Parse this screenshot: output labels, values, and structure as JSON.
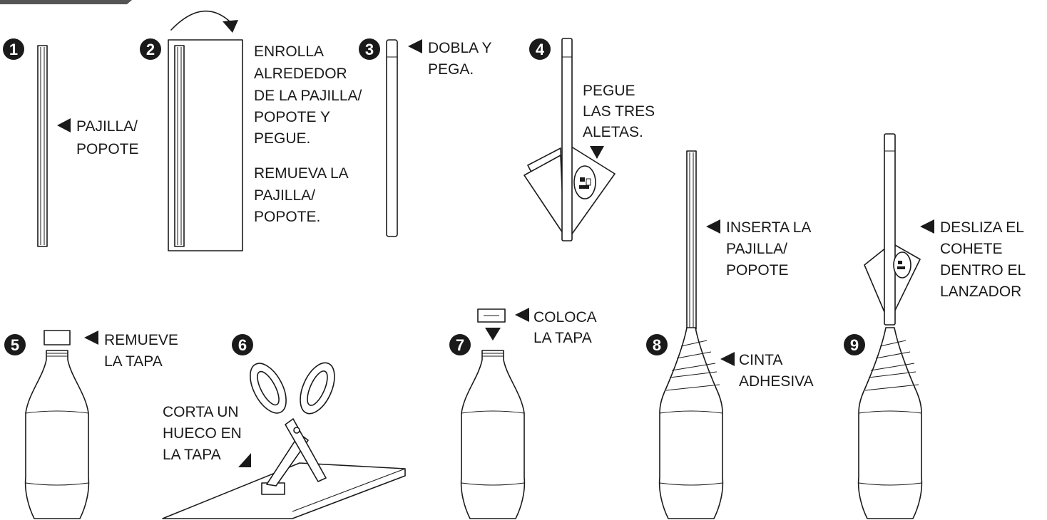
{
  "colors": {
    "ink": "#1a1a1a",
    "paper": "#ffffff",
    "header_bar": "#555555"
  },
  "steps": [
    {
      "number": "1",
      "labels": [
        "PAJILLA/",
        "POPOTE"
      ]
    },
    {
      "number": "2",
      "labels": [
        "ENROLLA",
        "ALREDEDOR",
        "DE LA PAJILLA/",
        "POPOTE Y",
        "PEGUE.",
        "REMUEVA LA",
        "PAJILLA/",
        "POPOTE."
      ]
    },
    {
      "number": "3",
      "labels": [
        "DOBLA Y",
        "PEGA."
      ]
    },
    {
      "number": "4",
      "labels": [
        "PEGUE",
        "LAS TRES",
        "ALETAS."
      ]
    },
    {
      "number": "5",
      "labels": [
        "REMUEVE",
        "LA TAPA"
      ]
    },
    {
      "number": "6",
      "labels": [
        "CORTA UN",
        "HUECO EN",
        "LA TAPA"
      ]
    },
    {
      "number": "7",
      "labels": [
        "COLOCA",
        "LA TAPA"
      ]
    },
    {
      "number": "8",
      "labels": [
        "INSERTA LA",
        "PAJILLA/",
        "POPOTE",
        "CINTA",
        "ADHESIVA"
      ]
    },
    {
      "number": "9",
      "labels": [
        "DESLIZA EL",
        "COHETE",
        "DENTRO EL",
        "LANZADOR"
      ]
    }
  ],
  "icons": [
    "pointer-arrow-icon",
    "curved-arrow-icon",
    "down-arrow-icon",
    "scissors-icon",
    "bottle-icon",
    "straw-icon",
    "paper-rocket-icon"
  ]
}
